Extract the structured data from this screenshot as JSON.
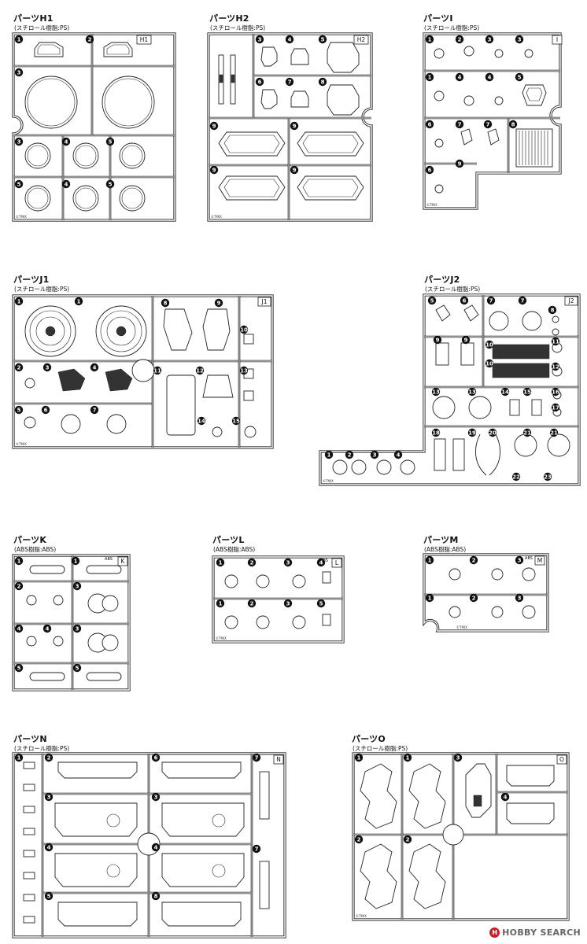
{
  "sheets": [
    {
      "id": "H1",
      "title": "パーツH1",
      "material": "(スチロール樹脂:PS)",
      "tag": "H1",
      "nums": [
        "1",
        "2",
        "3",
        "3",
        "4",
        "5",
        "5",
        "4",
        "5",
        "5"
      ]
    },
    {
      "id": "H2",
      "title": "パーツH2",
      "material": "(スチロール樹脂:PS)",
      "tag": "H2",
      "nums": [
        "3",
        "4",
        "5",
        "6",
        "7",
        "8",
        "9",
        "9",
        "9",
        "9"
      ]
    },
    {
      "id": "I",
      "title": "パーツI",
      "material": "(スチロール樹脂:PS)",
      "tag": "I",
      "nums": [
        "1",
        "2",
        "3",
        "3",
        "4",
        "4",
        "1",
        "4",
        "5",
        "6",
        "7",
        "7",
        "8",
        "9",
        "6"
      ]
    },
    {
      "id": "J1",
      "title": "パーツJ1",
      "material": "(スチロール樹脂:PS)",
      "tag": "J1",
      "nums": [
        "1",
        "1",
        "8",
        "9",
        "10",
        "2",
        "3",
        "4",
        "11",
        "12",
        "13",
        "5",
        "6",
        "7",
        "14",
        "15"
      ]
    },
    {
      "id": "J2",
      "title": "パーツJ2",
      "material": "(スチロール樹脂:PS)",
      "tag": "J2",
      "nums": [
        "5",
        "6",
        "7",
        "7",
        "8",
        "9",
        "9",
        "10",
        "10",
        "11",
        "12",
        "13",
        "13",
        "14",
        "15",
        "16",
        "17",
        "18",
        "19",
        "20",
        "21",
        "21",
        "22",
        "23",
        "1",
        "2",
        "3",
        "4"
      ]
    },
    {
      "id": "K",
      "title": "パーツK",
      "material": "(ABS樹脂:ABS)",
      "tag": "K",
      "nums": [
        "1",
        "1",
        "2",
        "3",
        "4",
        "4",
        "3",
        "5",
        "5"
      ]
    },
    {
      "id": "L",
      "title": "パーツL",
      "material": "(ABS樹脂:ABS)",
      "tag": "L",
      "nums": [
        "1",
        "2",
        "3",
        "4",
        "1",
        "2",
        "3",
        "5"
      ]
    },
    {
      "id": "M",
      "title": "パーツM",
      "material": "(ABS樹脂:ABS)",
      "tag": "M",
      "nums": [
        "1",
        "2",
        "3",
        "1",
        "2",
        "3"
      ]
    },
    {
      "id": "N",
      "title": "パーツN",
      "material": "(スチロール樹脂:PS)",
      "tag": "N",
      "nums": [
        "1",
        "2",
        "6",
        "7",
        "3",
        "3",
        "4",
        "4",
        "7",
        "5",
        "8"
      ]
    },
    {
      "id": "O",
      "title": "パーツO",
      "material": "(スチロール樹脂:PS)",
      "tag": "O",
      "nums": [
        "1",
        "1",
        "3",
        "4",
        "4",
        "2",
        "2"
      ]
    }
  ],
  "abs_mark": "ABS",
  "copyright": "©TMIX",
  "watermark": {
    "badge": "H",
    "text": "HOBBY SEARCH"
  }
}
